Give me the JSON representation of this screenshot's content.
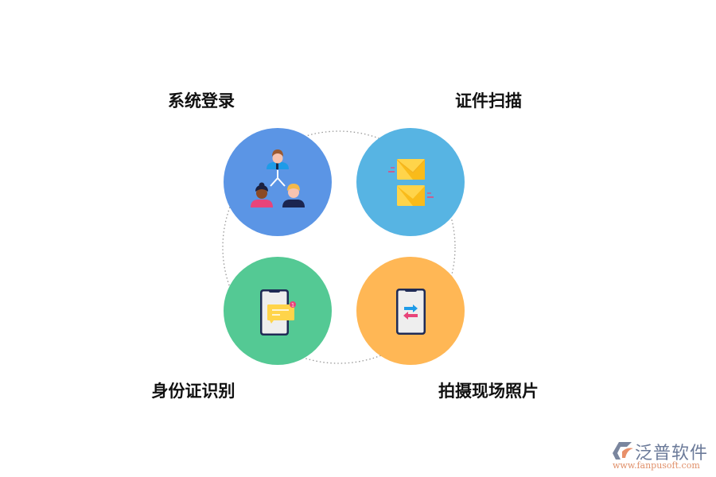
{
  "nodes": [
    {
      "label": "系统登录",
      "color": "#5b95e5",
      "icon": "people-hierarchy-icon"
    },
    {
      "label": "证件扫描",
      "color": "#57b4e3",
      "icon": "envelopes-icon"
    },
    {
      "label": "身份证识别",
      "color": "#54c994",
      "icon": "phone-message-icon"
    },
    {
      "label": "拍摄现场照片",
      "color": "#ffb755",
      "icon": "phone-transfer-icon"
    }
  ],
  "logo": {
    "brand": "泛普软件",
    "url": "www.fanpusoft.com"
  }
}
